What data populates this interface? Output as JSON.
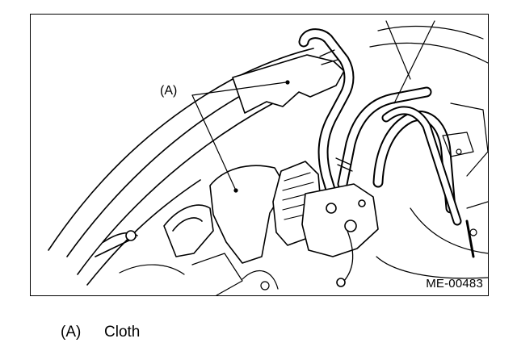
{
  "figure": {
    "callout_label": "(A)",
    "figure_code": "ME-00483"
  },
  "legend": [
    {
      "key": "(A)",
      "text": "Cloth"
    }
  ]
}
